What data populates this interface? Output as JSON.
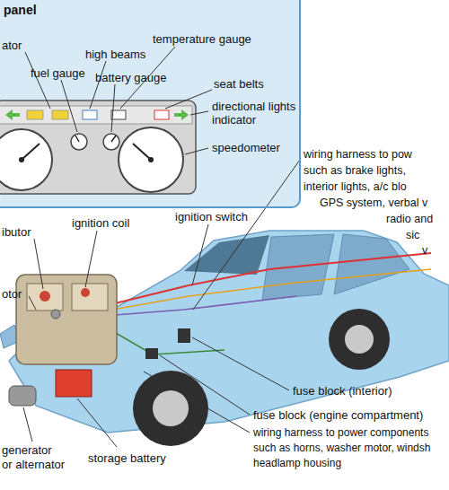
{
  "diagram": {
    "nodes": [
      {
        "text": [
          "panel"
        ]
      }
    ],
    "labels": [
      "ator",
      "high beams",
      "temperature gauge",
      "fuel gauge",
      "battery gauge",
      "seat belts",
      "directional lights indicator",
      "speedometer",
      "wiring harness to pow",
      "such as brake lights,",
      "interior lights, a/c blo",
      "GPS system, verbal v",
      "radio and",
      "sic",
      "v",
      "ibutor",
      "ignition coil",
      "ignition switch",
      "otor",
      "fuse block (interior)",
      "fuse block (engine compartment)",
      "wiring harness to power components",
      "such as horns, washer motor, windsh",
      "headlamp housing",
      "generator",
      "or alternator",
      "storage battery"
    ]
  }
}
